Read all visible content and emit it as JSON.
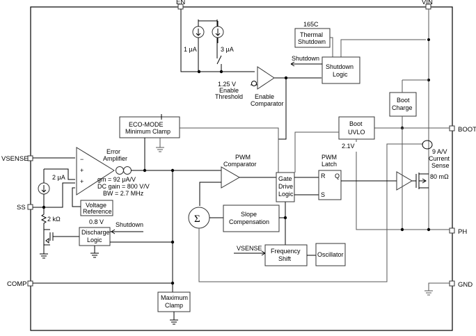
{
  "pins": {
    "en": "EN",
    "vin": "VIN",
    "vsense": "VSENSE",
    "ss": "SS",
    "comp": "COMP",
    "boot": "BOOT",
    "ph": "PH",
    "gnd": "GND"
  },
  "enable_section": {
    "current_1": "1 μA",
    "current_2": "3 μA",
    "threshold_value": "1.25 V",
    "threshold_line1": "Enable",
    "threshold_line2": "Threshold",
    "comparator_line1": "Enable",
    "comparator_line2": "Comparator"
  },
  "thermal": {
    "temp": "165C",
    "line1": "Thermal",
    "line2": "Shutdown"
  },
  "shutdown_logic": {
    "signal": "Shutdown",
    "line1": "Shutdown",
    "line2": "Logic"
  },
  "boot_charge": {
    "line1": "Boot",
    "line2": "Charge"
  },
  "eco_mode": {
    "line1": "ECO-MODE",
    "line2": "Minimum Clamp"
  },
  "boot_uvlo": {
    "line1": "Boot",
    "line2": "UVLO",
    "threshold": "2.1V"
  },
  "error_amp": {
    "line1": "Error",
    "line2": "Amplifier",
    "gm": "gm = 92 μA/V",
    "dc_gain": "DC gain = 800 V/V",
    "bw": "BW = 2.7 MHz",
    "minus": "−",
    "plus1": "+",
    "plus2": "+"
  },
  "ss_current": "2 μA",
  "voltage_reference": {
    "line1": "Voltage",
    "line2": "Reference"
  },
  "ref_voltage": "0.8 V",
  "resistor": "2 kΩ",
  "discharge_logic": {
    "line1": "Discharge",
    "line2": "Logic",
    "shutdown": "Shutdown"
  },
  "pwm_comparator": {
    "line1": "PWM",
    "line2": "Comparator"
  },
  "gate_drive": {
    "line1": "Gate",
    "line2": "Drive",
    "line3": "Logic"
  },
  "pwm_latch": {
    "line1": "PWM",
    "line2": "Latch",
    "r": "R",
    "q": "Q",
    "s": "S"
  },
  "current_sense": {
    "line1": "9 A/V",
    "line2": "Current",
    "line3": "Sense",
    "rds": "80 mΩ"
  },
  "sigma": "Σ",
  "slope_comp": {
    "line1": "Slope",
    "line2": "Compensation"
  },
  "freq_shift": {
    "input": "VSENSE",
    "line1": "Frequency",
    "line2": "Shift"
  },
  "oscillator": "Oscillator",
  "max_clamp": {
    "line1": "Maximum",
    "line2": "Clamp"
  }
}
